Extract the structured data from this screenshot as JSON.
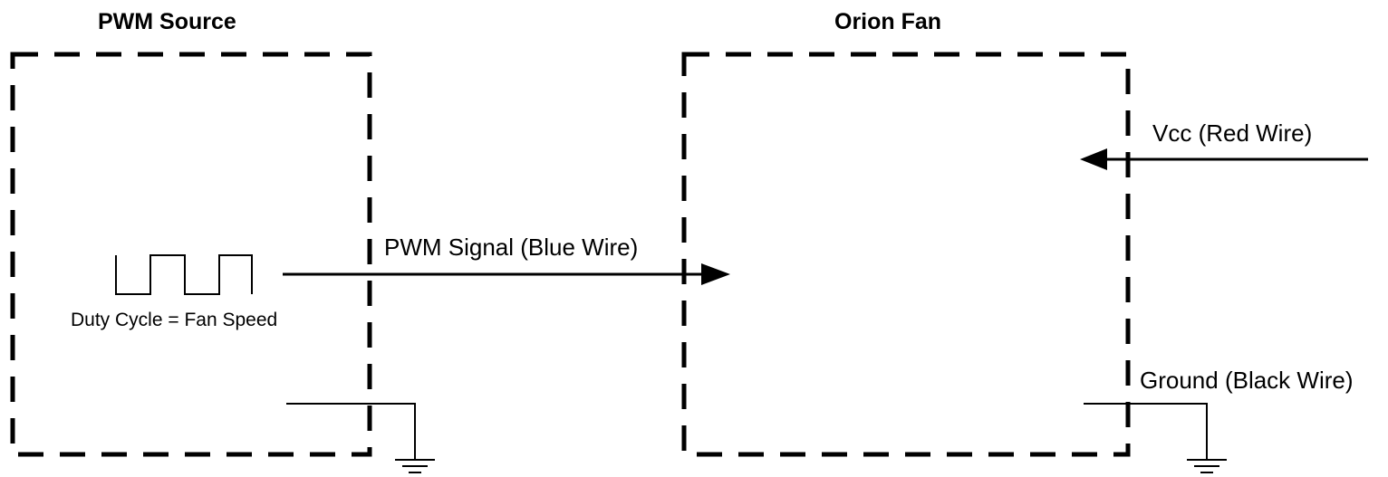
{
  "source": {
    "title": "PWM Source",
    "caption": "Duty Cycle = Fan Speed"
  },
  "fan": {
    "title": "Orion Fan"
  },
  "wires": {
    "pwm_signal": "PWM Signal (Blue Wire)",
    "vcc": "Vcc (Red Wire)",
    "ground": "Ground (Black Wire)"
  }
}
